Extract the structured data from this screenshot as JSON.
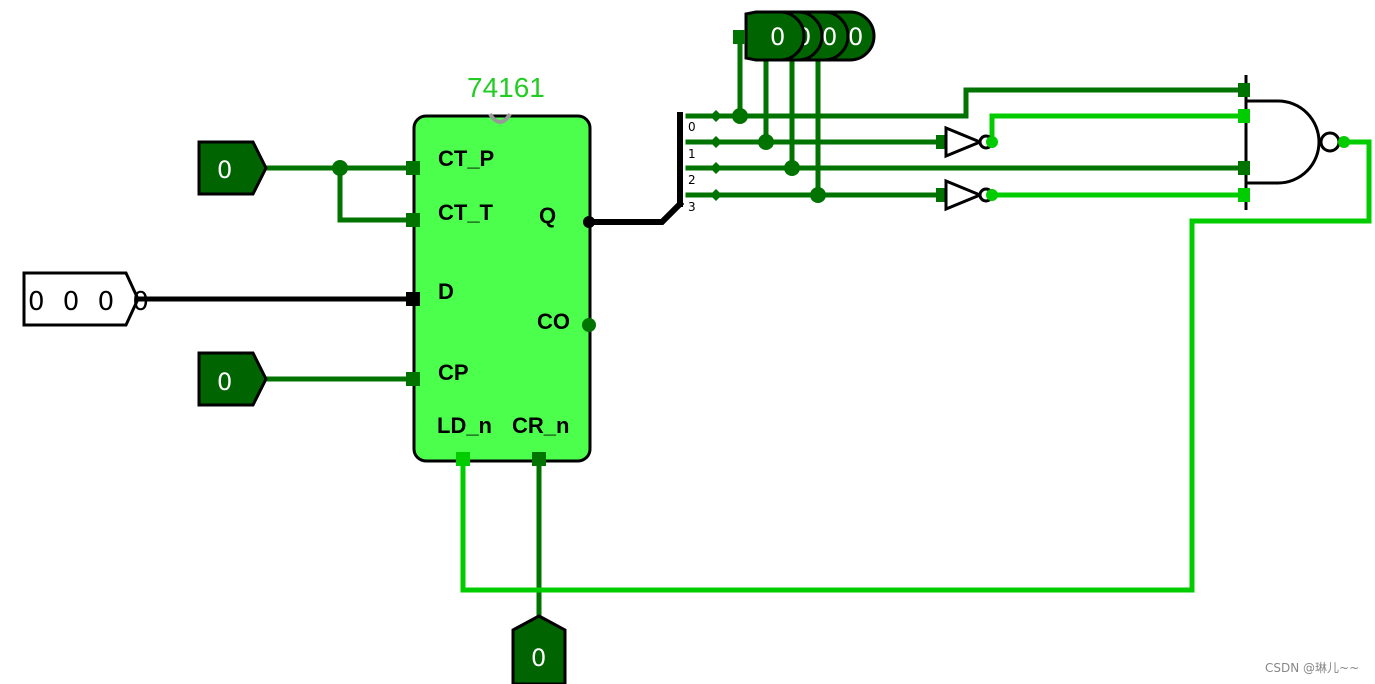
{
  "chip": {
    "name": "74161",
    "pins": {
      "ct_p": "CT_P",
      "ct_t": "CT_T",
      "d": "D",
      "cp": "CP",
      "q": "Q",
      "co": "CO",
      "ld_n": "LD_n",
      "cr_n": "CR_n"
    }
  },
  "inputs": {
    "ct_button": "0",
    "d_input": "0000",
    "cp_button": "0",
    "cr_button": "0"
  },
  "probes": [
    "0",
    "0",
    "0",
    "0"
  ],
  "splitter_bits": [
    "0",
    "1",
    "2",
    "3"
  ],
  "watermark": "CSDN @琳儿~~",
  "colors": {
    "wire_low": "#007300",
    "wire_high": "#00cc00",
    "bus": "#000000",
    "chip_fill": "#4cff4c",
    "button_fill": "#006400"
  }
}
